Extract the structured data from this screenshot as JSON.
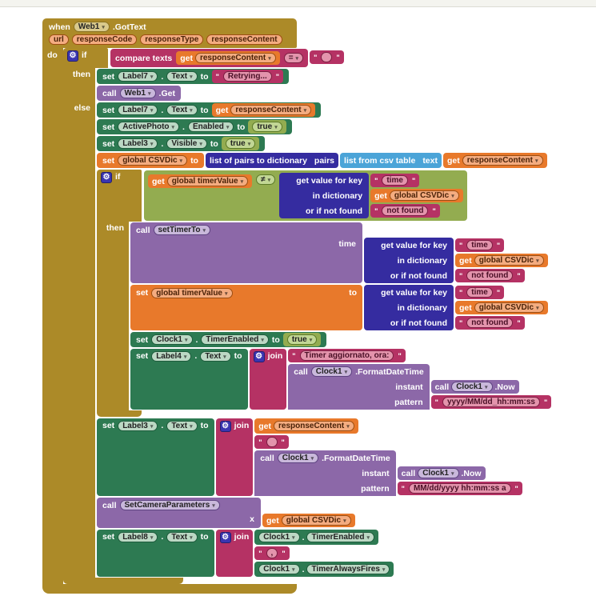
{
  "colors": {
    "event_control_block": "#AC8A28",
    "component_setter_block": "#2D7A52",
    "procedure_block": "#8C68A8",
    "variable_block": "#E8792B",
    "text_block": "#B53264",
    "dictionary_block": "#352CA0",
    "list_block": "#4BA4D8",
    "logic_block": "#93AC50",
    "mutator_icon": "#3A35B0"
  },
  "when": {
    "kw": "when",
    "component": "Web1",
    "event": ".GotText",
    "do": "do",
    "params": [
      "url",
      "responseCode",
      "responseType",
      "responseContent"
    ]
  },
  "if1": {
    "if": "if",
    "then": "then",
    "else": "else",
    "cond": {
      "label": "compare texts",
      "get": "get",
      "var": "responseContent",
      "op": "=",
      "empty": " "
    }
  },
  "then1": {
    "setLabel7": {
      "set": "set",
      "component": "Label7",
      "dot": ".",
      "prop": "Text",
      "to": "to",
      "value": "Retrying..."
    },
    "callWeb1": {
      "call": "call",
      "component": "Web1",
      "method": ".Get"
    }
  },
  "else1": {
    "setLabel7": {
      "set": "set",
      "component": "Label7",
      "dot": ".",
      "prop": "Text",
      "to": "to",
      "get": "get",
      "var": "responseContent"
    },
    "setActivePhoto": {
      "set": "set",
      "component": "ActivePhoto",
      "dot": ".",
      "prop": "Enabled",
      "to": "to",
      "value": "true"
    },
    "setLabel3Visible": {
      "set": "set",
      "component": "Label3",
      "dot": ".",
      "prop": "Visible",
      "to": "to",
      "value": "true"
    },
    "setCSVDic": {
      "set": "set",
      "var": "global CSVDic",
      "to": "to",
      "pairsToDict": "list of pairs to dictionary",
      "pairs": "pairs",
      "csvTable": "list from csv table",
      "text": "text",
      "get": "get",
      "contentVar": "responseContent"
    },
    "if2": {
      "if": "if",
      "then": "then",
      "cond": {
        "get": "get",
        "var": "global timerValue",
        "op": "≠",
        "lookup": {
          "keyLabel": "get value for key",
          "key": "time",
          "dictLabel": "in dictionary",
          "get": "get",
          "dict": "global CSVDic",
          "notFoundLabel": "or if not found",
          "notFound": "not found"
        }
      },
      "then2": {
        "callSetTimerTo": {
          "call": "call",
          "proc": "setTimerTo",
          "arg": "time",
          "lookup": {
            "keyLabel": "get value for key",
            "key": "time",
            "dictLabel": "in dictionary",
            "get": "get",
            "dict": "global CSVDic",
            "notFoundLabel": "or if not found",
            "notFound": "not found"
          }
        },
        "setTimerValue": {
          "set": "set",
          "var": "global timerValue",
          "to": "to",
          "lookup": {
            "keyLabel": "get value for key",
            "key": "time",
            "dictLabel": "in dictionary",
            "get": "get",
            "dict": "global CSVDic",
            "notFoundLabel": "or if not found",
            "notFound": "not found"
          }
        },
        "setClockEnabled": {
          "set": "set",
          "component": "Clock1",
          "dot": ".",
          "prop": "TimerEnabled",
          "to": "to",
          "value": "true"
        },
        "setLabel4": {
          "set": "set",
          "component": "Label4",
          "dot": ".",
          "prop": "Text",
          "to": "to",
          "join": "join",
          "str": "Timer aggiornato, ora:",
          "fmt": {
            "call": "call",
            "component": "Clock1",
            "method": ".FormatDateTime",
            "instant": "instant",
            "nowCall": "call",
            "nowComponent": "Clock1",
            "nowMethod": ".Now",
            "pattern": "pattern",
            "patternValue": "yyyy/MM/dd_hh:mm:ss"
          }
        }
      }
    },
    "setLabel3Text": {
      "set": "set",
      "component": "Label3",
      "dot": ".",
      "prop": "Text",
      "to": "to",
      "join": "join",
      "get": "get",
      "var": "responseContent",
      "empty": " ",
      "fmt": {
        "call": "call",
        "component": "Clock1",
        "method": ".FormatDateTime",
        "instant": "instant",
        "nowCall": "call",
        "nowComponent": "Clock1",
        "nowMethod": ".Now",
        "pattern": "pattern",
        "patternValue": "MM/dd/yyyy hh:mm:ss a"
      }
    },
    "callSetCamera": {
      "call": "call",
      "proc": "SetCameraParameters",
      "arg": "x",
      "get": "get",
      "var": "global CSVDic"
    },
    "setLabel8": {
      "set": "set",
      "component": "Label8",
      "dot": ".",
      "prop": "Text",
      "to": "to",
      "join": "join",
      "sep": ",",
      "v1": {
        "component": "Clock1",
        "dot": ".",
        "prop": "TimerEnabled"
      },
      "v2": {
        "component": "Clock1",
        "dot": ".",
        "prop": "TimerAlwaysFires"
      }
    }
  }
}
